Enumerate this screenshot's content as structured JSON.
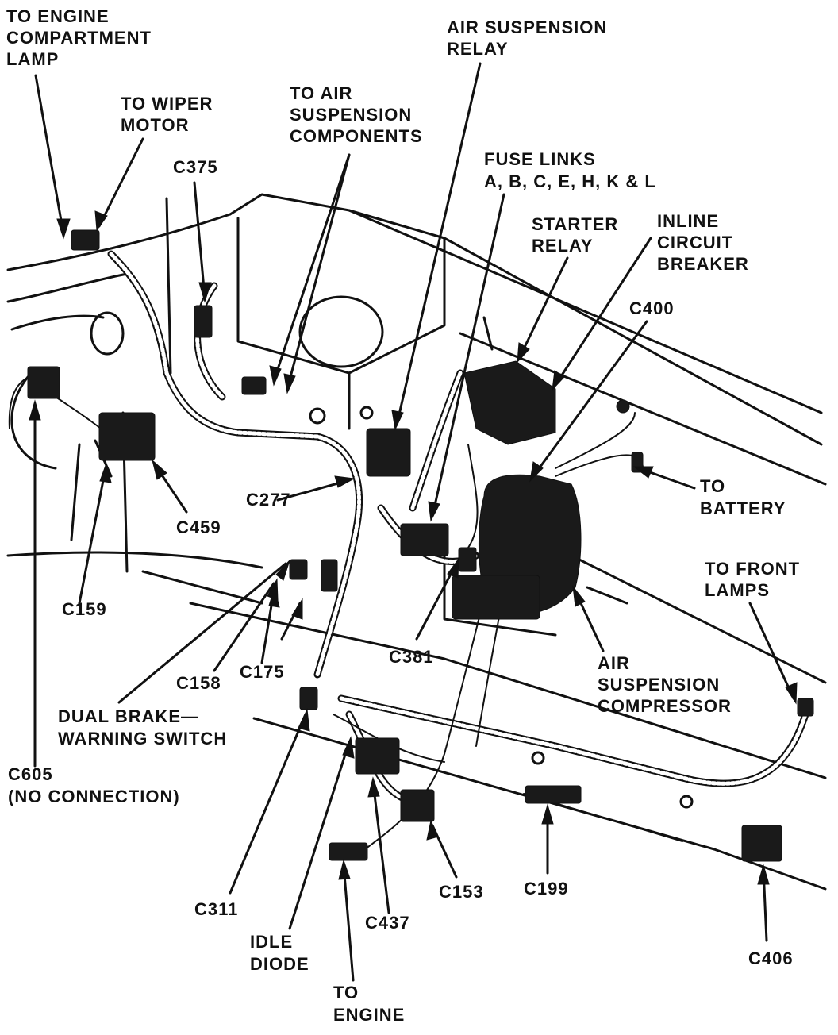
{
  "labels": {
    "engine_compartment_lamp": [
      "TO ENGINE",
      "COMPARTMENT",
      "LAMP"
    ],
    "wiper_motor": [
      "TO WIPER",
      "MOTOR"
    ],
    "c375": "C375",
    "air_susp_components": [
      "TO AIR",
      "SUSPENSION",
      "COMPONENTS"
    ],
    "air_susp_relay": [
      "AIR SUSPENSION",
      "RELAY"
    ],
    "fuse_links": [
      "FUSE LINKS",
      "A, B, C, E, H, K & L"
    ],
    "starter_relay": [
      "STARTER",
      "RELAY"
    ],
    "inline_breaker": [
      "INLINE",
      "CIRCUIT",
      "BREAKER"
    ],
    "c400": "C400",
    "battery": [
      "TO",
      "BATTERY"
    ],
    "front_lamps": [
      "TO FRONT",
      "LAMPS"
    ],
    "c277": "C277",
    "c459": "C459",
    "c159": "C159",
    "c158": "C158",
    "c175": "C175",
    "c381": "C381",
    "air_susp_compressor": [
      "AIR",
      "SUSPENSION",
      "COMPRESSOR"
    ],
    "dual_brake": [
      "DUAL BRAKE—",
      "WARNING SWITCH"
    ],
    "c605": [
      "C605",
      "(NO CONNECTION)"
    ],
    "c311": "C311",
    "idle_diode": [
      "IDLE",
      "DIODE"
    ],
    "to_engine": [
      "TO",
      "ENGINE"
    ],
    "c437": "C437",
    "c153": "C153",
    "c199": "C199",
    "c406": "C406"
  },
  "colors": {
    "ink": "#111111",
    "paper": "#ffffff"
  }
}
